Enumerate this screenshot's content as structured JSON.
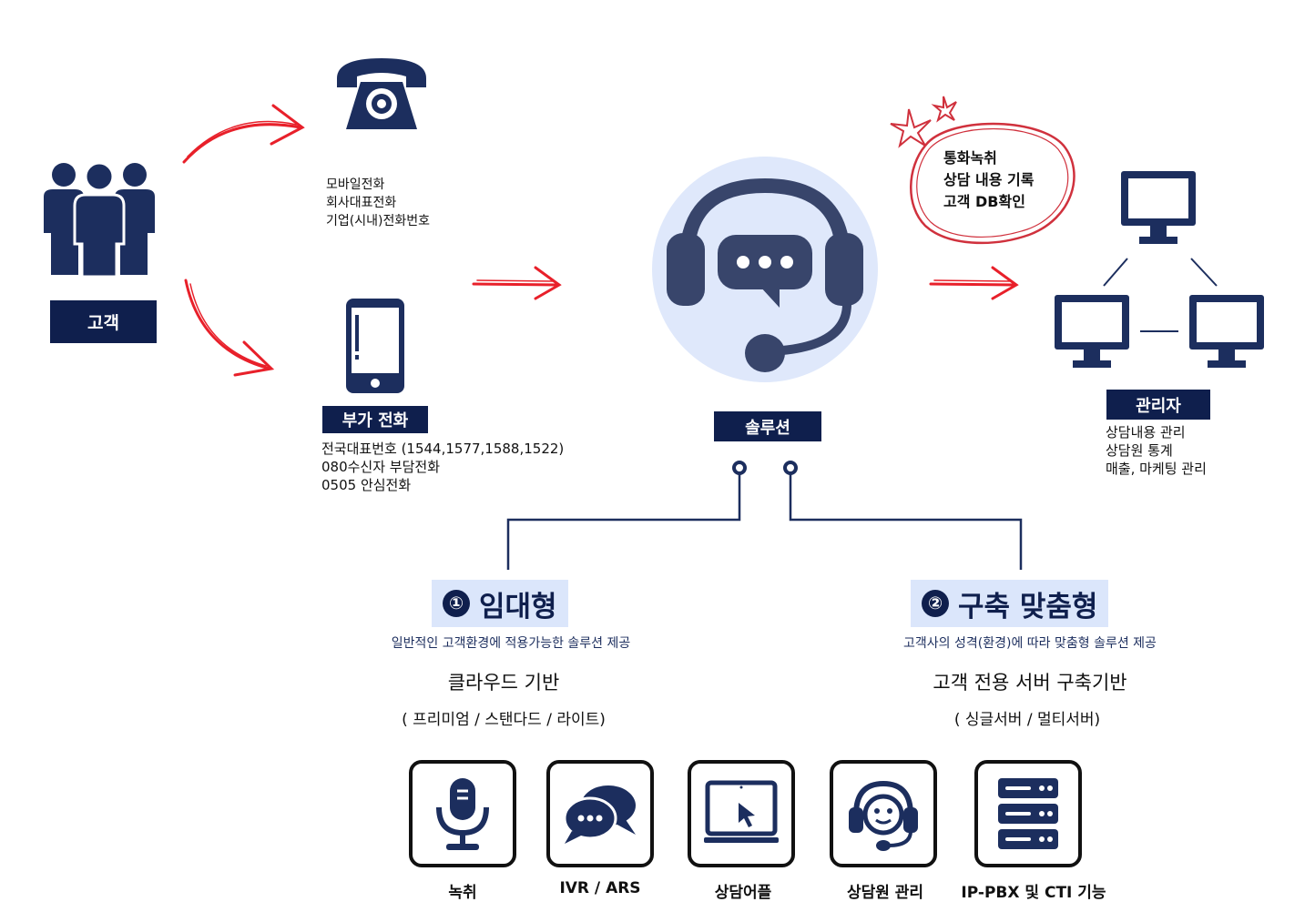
{
  "customer": {
    "label": "고객"
  },
  "phone_lines": [
    "모바일전화",
    "회사대표전화",
    "기업(시내)전화번호"
  ],
  "addon": {
    "label": "부가 전화",
    "lines": [
      "전국대표번호 (1544,1577,1588,1522)",
      "080수신자 부담전화",
      "0505 안심전화"
    ]
  },
  "solution": {
    "label": "솔루션"
  },
  "callout": {
    "lines": [
      "통화녹취",
      "상담 내용 기록",
      "고객 DB확인"
    ]
  },
  "admin": {
    "label": "관리자",
    "lines": [
      "상담내용 관리",
      "상담원 통계",
      "매출, 마케팅 관리"
    ]
  },
  "types": [
    {
      "number": "①",
      "title": "임대형",
      "desc": "일반적인 고객환경에 적용가능한 솔루션  제공",
      "main": "클라우드 기반",
      "sub": "( 프리미엄 / 스탠다드 / 라이트)"
    },
    {
      "number": "②",
      "title": "구축 맞춤형",
      "desc": "고객사의 성격(환경)에 따라 맞춤형 솔루션 제공",
      "main": "고객 전용 서버 구축기반",
      "sub": "( 싱글서버 / 멀티서버)"
    }
  ],
  "features": [
    {
      "label": "녹취",
      "icon": "microphone-icon"
    },
    {
      "label": "IVR / ARS",
      "icon": "chat-bubbles-icon"
    },
    {
      "label": "상담어플",
      "icon": "laptop-cursor-icon"
    },
    {
      "label": "상담원 관리",
      "icon": "agent-headset-icon"
    },
    {
      "label": "IP-PBX 및 CTI 기능",
      "icon": "server-icon"
    }
  ],
  "colors": {
    "navy": "#0f1f4d",
    "icon_navy": "#1c2e5e",
    "arrow_red": "#e8202a",
    "light_blue": "#dbe6fb"
  }
}
